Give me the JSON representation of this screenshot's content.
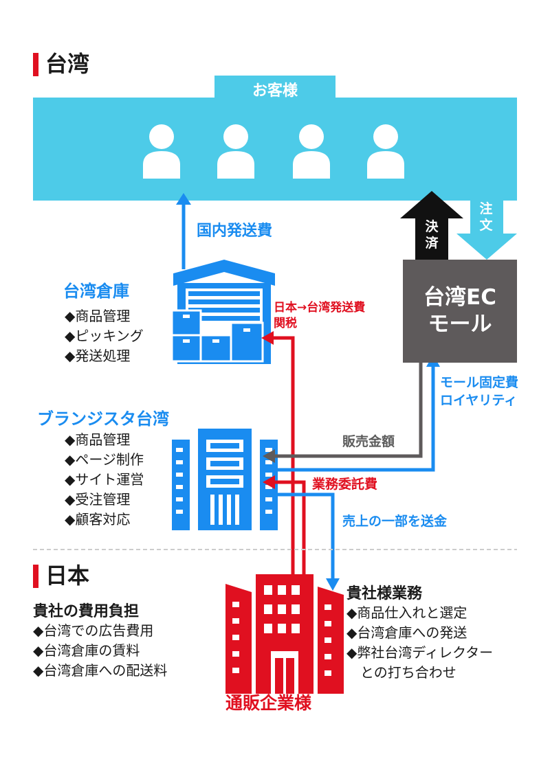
{
  "sections": {
    "taiwan": "台湾",
    "japan": "日本"
  },
  "customers": {
    "label": "お客様",
    "count": 4
  },
  "arrows": {
    "domestic_shipping": "国内発送費",
    "payment": "決済",
    "order": "注文",
    "japan_to_taiwan_line1": "日本→台湾発送費",
    "japan_to_taiwan_line2": "関税",
    "mall_fee_line1": "モール固定費",
    "mall_fee_line2": "ロイヤリティ",
    "sales_amount": "販売金額",
    "consignment_fee": "業務委託費",
    "remit_sales": "売上の一部を送金"
  },
  "warehouse": {
    "title": "台湾倉庫",
    "items": [
      "◆商品管理",
      "◆ピッキング",
      "◆発送処理"
    ]
  },
  "mall": {
    "line1": "台湾EC",
    "line2": "モール"
  },
  "brangista": {
    "title": "ブランジスタ台湾",
    "items": [
      "◆商品管理",
      "◆ページ制作",
      "◆サイト運営",
      "◆受注管理",
      "◆顧客対応"
    ]
  },
  "client_costs": {
    "title": "貴社の費用負担",
    "items": [
      "◆台湾での広告費用",
      "◆台湾倉庫の賃料",
      "◆台湾倉庫への配送料"
    ]
  },
  "client_tasks": {
    "title": "貴社様業務",
    "items": [
      "◆商品仕入れと選定",
      "◆台湾倉庫への発送",
      "◆弊社台湾ディレクター",
      "　との打ち合わせ"
    ]
  },
  "client_label": "通販企業様",
  "colors": {
    "cyan": "#4dcbe8",
    "blue": "#1a8cf0",
    "red": "#e01020",
    "gray": "#5e5a5b",
    "black": "#111111"
  }
}
